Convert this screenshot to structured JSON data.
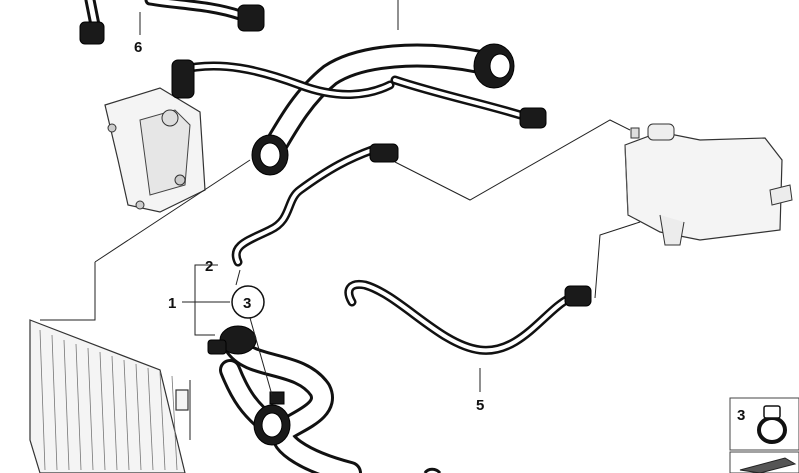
{
  "callouts": {
    "c1": "1",
    "c2": "2",
    "c3": "3",
    "c5": "5",
    "c6": "6",
    "inset": "3"
  }
}
